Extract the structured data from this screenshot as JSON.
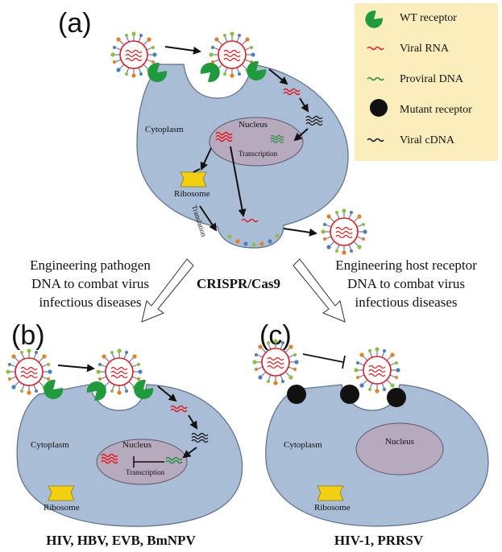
{
  "panels": {
    "a": {
      "letter": "(a)",
      "cytoplasm": "Cytoplasm",
      "nucleus": "Nucleus",
      "transcription": "Transcription",
      "ribosome": "Ribosome",
      "translation": "Translation"
    },
    "b": {
      "letter": "(b)",
      "cytoplasm": "Cytoplasm",
      "nucleus": "Nucleus",
      "transcription": "Transcription",
      "ribosome": "Ribosome"
    },
    "c": {
      "letter": "(c)",
      "cytoplasm": "Cytoplasm",
      "nucleus": "Nucleus",
      "ribosome": "Ribosome"
    }
  },
  "legend": {
    "items": [
      {
        "label": "WT receptor",
        "icon": "wt-receptor-icon"
      },
      {
        "label": "Viral RNA",
        "icon": "viral-rna-icon"
      },
      {
        "label": "Proviral DNA",
        "icon": "proviral-dna-icon"
      },
      {
        "label": "Mutant receptor",
        "icon": "mutant-receptor-icon"
      },
      {
        "label": "Viral cDNA",
        "icon": "viral-cdna-icon"
      }
    ]
  },
  "middle": {
    "left_lines": [
      "Engineering pathogen",
      "DNA to combat virus",
      "infectious diseases"
    ],
    "center": "CRISPR/Cas9",
    "right_lines": [
      "Engineering host receptor",
      "DNA to combat virus",
      "infectious diseases"
    ]
  },
  "captions": {
    "b": "HIV, HBV, EVB, BmNPV",
    "c": "HIV-1, PRRSV"
  },
  "colors": {
    "cell": "#a9bdd6",
    "cell_stroke": "#5a6f8c",
    "nucleus": "#b7a9be",
    "legend_bg": "#fbeebc",
    "wt_receptor": "#1f9a3d",
    "viral_rna": "#e41a1c",
    "proviral_dna": "#1e8f3e",
    "ribosome": "#f2d00f"
  }
}
